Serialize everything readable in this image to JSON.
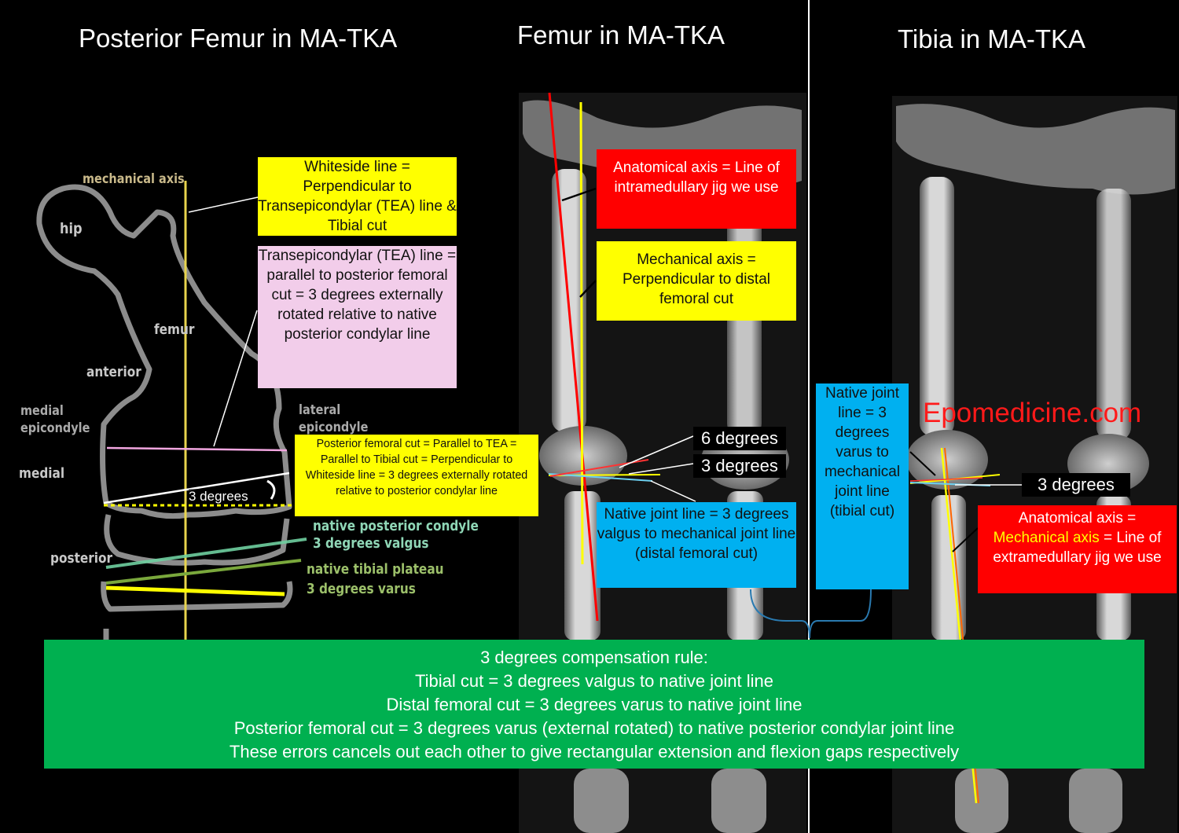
{
  "titles": {
    "left": "Posterior Femur in MA-TKA",
    "middle": "Femur in MA-TKA",
    "right": "Tibia in MA-TKA"
  },
  "diagram_labels": {
    "mechanical_axis": "mechanical axis",
    "hip": "hip",
    "femur": "femur",
    "anterior": "anterior",
    "medial_epicondyle_1": "medial",
    "medial_epicondyle_2": "epicondyle",
    "lateral_epicondyle_1": "lateral",
    "lateral_epicondyle_2": "epicondyle",
    "medial": "medial",
    "posterior": "posterior",
    "three_degrees": "3 degrees",
    "native_posterior_condyle": "native posterior condyle",
    "three_degrees_valgus": "3 degrees valgus",
    "native_tibial_plateau": "native tibial plateau",
    "three_degrees_varus": "3 degrees varus"
  },
  "boxes": {
    "whiteside": "Whiteside line = Perpendicular to Transepicondylar (TEA) line & Tibial cut",
    "tea": "Transepicondylar (TEA) line = parallel to posterior femoral cut = 3 degrees externally rotated relative to native posterior condylar line",
    "posterior_femoral_cut": "Posterior femoral cut = Parallel to TEA = Parallel to Tibial cut = Perpendicular to Whiteside line = 3 degrees externally rotated relative to posterior condylar line",
    "anatomical_axis_femur": "Anatomical axis = Line of intramedullary jig we use",
    "mechanical_axis_femur": "Mechanical axis = Perpendicular to distal femoral cut",
    "native_joint_line_femur": "Native joint line = 3 degrees valgus to mechanical joint line (distal femoral cut)",
    "native_joint_line_tibia": "Native joint line = 3 degrees varus to mechanical joint line (tibial cut)",
    "anatomical_axis_tibia_1": "Anatomical axis =",
    "anatomical_axis_tibia_2": "Mechanical axis",
    "anatomical_axis_tibia_3": "= Line of extramedullary jig we use"
  },
  "degree_tags": {
    "six": "6 degrees",
    "three_femur": "3 degrees",
    "three_tibia": "3 degrees"
  },
  "watermark": "Epomedicine.com",
  "rule": {
    "line1": "3 degrees compensation rule:",
    "line2": "Tibial cut = 3 degrees valgus to native joint line",
    "line3": "Distal femoral cut = 3 degrees varus to native joint line",
    "line4": "Posterior femoral cut = 3 degrees varus (external rotated) to native posterior condylar joint line",
    "line5": "These errors cancels out each other to give rectangular extension and flexion gaps respectively"
  },
  "colors": {
    "yellow": "#ffff00",
    "red": "#ff0000",
    "blue": "#00b0f0",
    "green": "#00b050",
    "pink": "#f2cdea"
  }
}
